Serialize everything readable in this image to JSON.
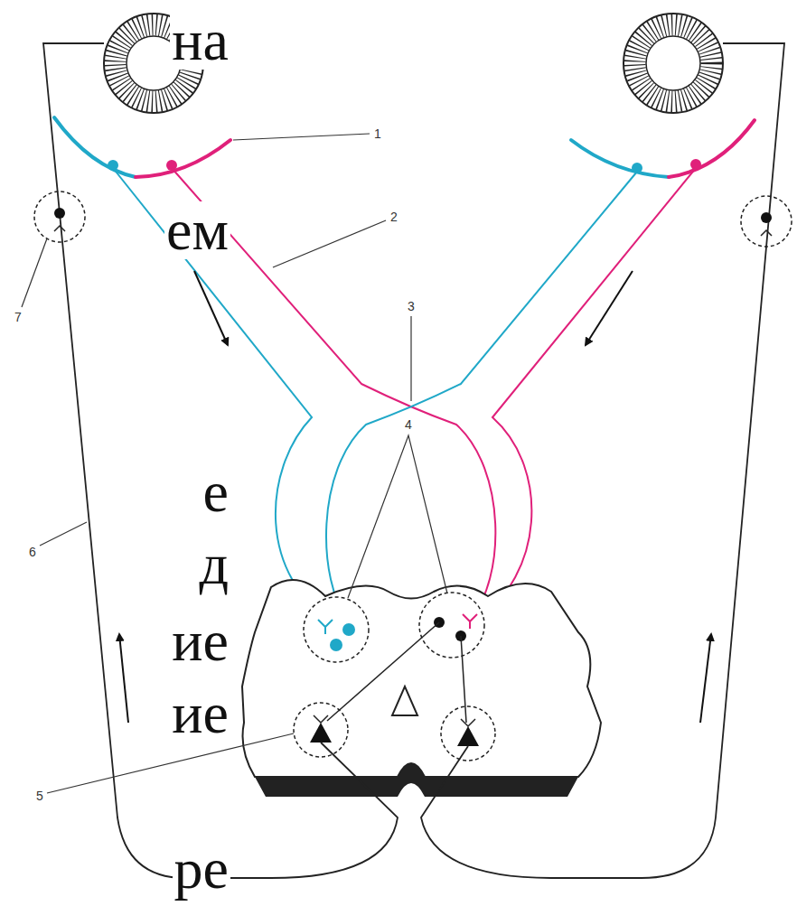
{
  "diagram": {
    "labels": [
      "на",
      "ем",
      "е",
      "д",
      "ие",
      "ие",
      "ре",
      "1",
      "2",
      "3",
      "4",
      "5",
      "6",
      "7"
    ]
  }
}
